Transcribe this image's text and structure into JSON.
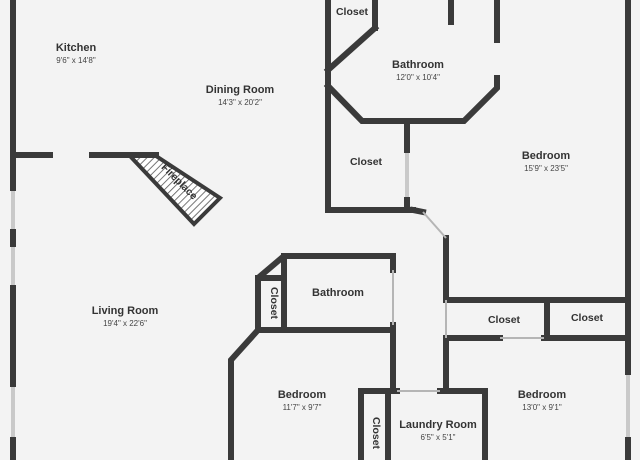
{
  "colors": {
    "wall": "#3a3a3a",
    "floor": "#f3f3f3",
    "window": "#cfcfcf",
    "text": "#333333"
  },
  "rooms": {
    "kitchen": {
      "name": "Kitchen",
      "dim": "9'6\" x 14'8\""
    },
    "dining": {
      "name": "Dining Room",
      "dim": "14'3\" x 20'2\""
    },
    "bath_top": {
      "name": "Bathroom",
      "dim": "12'0\" x 10'4\""
    },
    "bedroom_main": {
      "name": "Bedroom",
      "dim": "15'9\" x 23'5\""
    },
    "living": {
      "name": "Living Room",
      "dim": "19'4\" x 22'6\""
    },
    "bath_mid": {
      "name": "Bathroom"
    },
    "bedroom_left": {
      "name": "Bedroom",
      "dim": "11'7\" x 9'7\""
    },
    "laundry": {
      "name": "Laundry Room",
      "dim": "6'5\" x 5'1\""
    },
    "bedroom_right": {
      "name": "Bedroom",
      "dim": "13'0\" x 9'1\""
    }
  },
  "closets": {
    "top": "Closet",
    "mid": "Closet",
    "left_vertical": "Closet",
    "right_a": "Closet",
    "right_b": "Closet",
    "laundry_vertical": "Closet"
  },
  "fireplace": "Fireplace"
}
